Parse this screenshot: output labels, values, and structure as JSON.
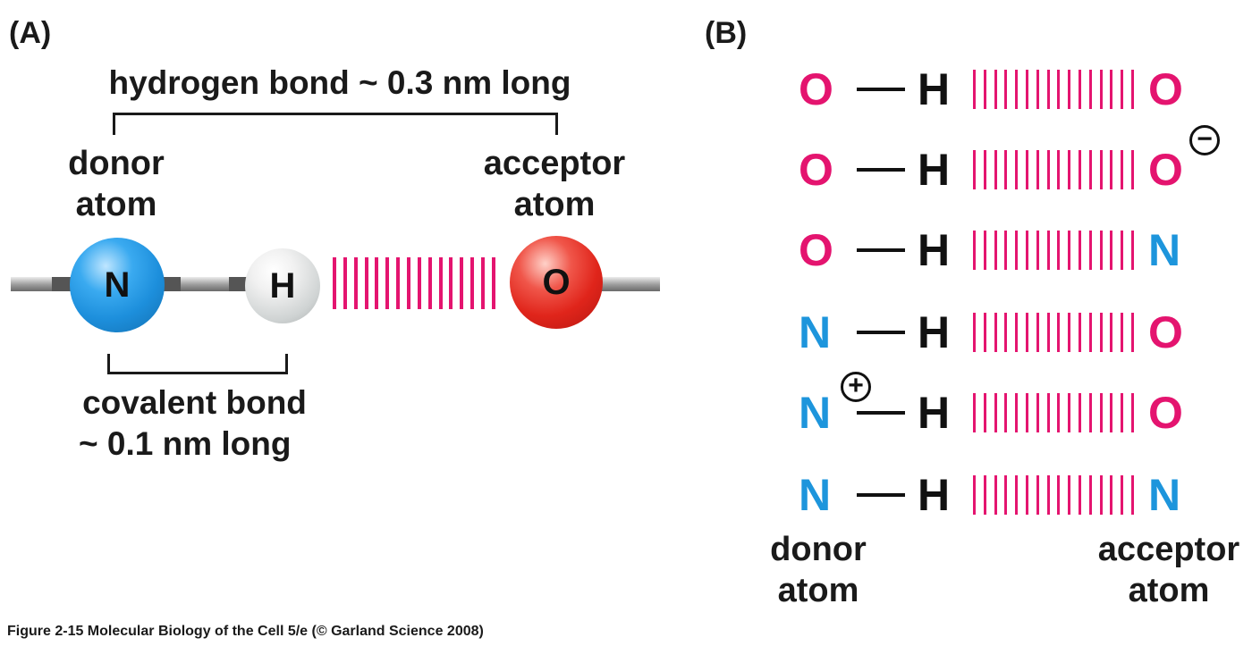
{
  "panel_a": {
    "label": "(A)",
    "hbond_label": "hydrogen bond ~ 0.3 nm long",
    "donor_label": [
      "donor",
      "atom"
    ],
    "acceptor_label": [
      "acceptor",
      "atom"
    ],
    "covalent_label": [
      "covalent bond",
      "~ 0.1 nm long"
    ],
    "atoms": [
      {
        "symbol": "N",
        "color": "#1d95dc"
      },
      {
        "symbol": "H",
        "color": "#e6e6e6"
      },
      {
        "symbol": "O",
        "color": "#e0251b"
      }
    ]
  },
  "panel_b": {
    "label": "(B)",
    "rows": [
      {
        "donor": "O",
        "donor_color": "pink",
        "h": "H",
        "acceptor": "O",
        "acceptor_color": "pink",
        "charge": ""
      },
      {
        "donor": "O",
        "donor_color": "pink",
        "h": "H",
        "acceptor": "O",
        "acceptor_color": "pink",
        "charge": "−"
      },
      {
        "donor": "O",
        "donor_color": "pink",
        "h": "H",
        "acceptor": "N",
        "acceptor_color": "blue",
        "charge": ""
      },
      {
        "donor": "N",
        "donor_color": "blue",
        "h": "H",
        "acceptor": "O",
        "acceptor_color": "pink",
        "charge": ""
      },
      {
        "donor": "N",
        "donor_color": "blue",
        "h": "H",
        "acceptor": "O",
        "acceptor_color": "pink",
        "charge": "+"
      },
      {
        "donor": "N",
        "donor_color": "blue",
        "h": "H",
        "acceptor": "N",
        "acceptor_color": "blue",
        "charge": ""
      }
    ],
    "donor_label": [
      "donor",
      "atom"
    ],
    "acceptor_label": [
      "acceptor",
      "atom"
    ]
  },
  "colors": {
    "pink": "#e4146f",
    "blue": "#1d95dc",
    "oxygen_red": "#e0251b",
    "hydrogen_gray": "#e6e6e6"
  },
  "caption": "Figure 2-15  Molecular Biology of the Cell 5/e (© Garland Science 2008)"
}
